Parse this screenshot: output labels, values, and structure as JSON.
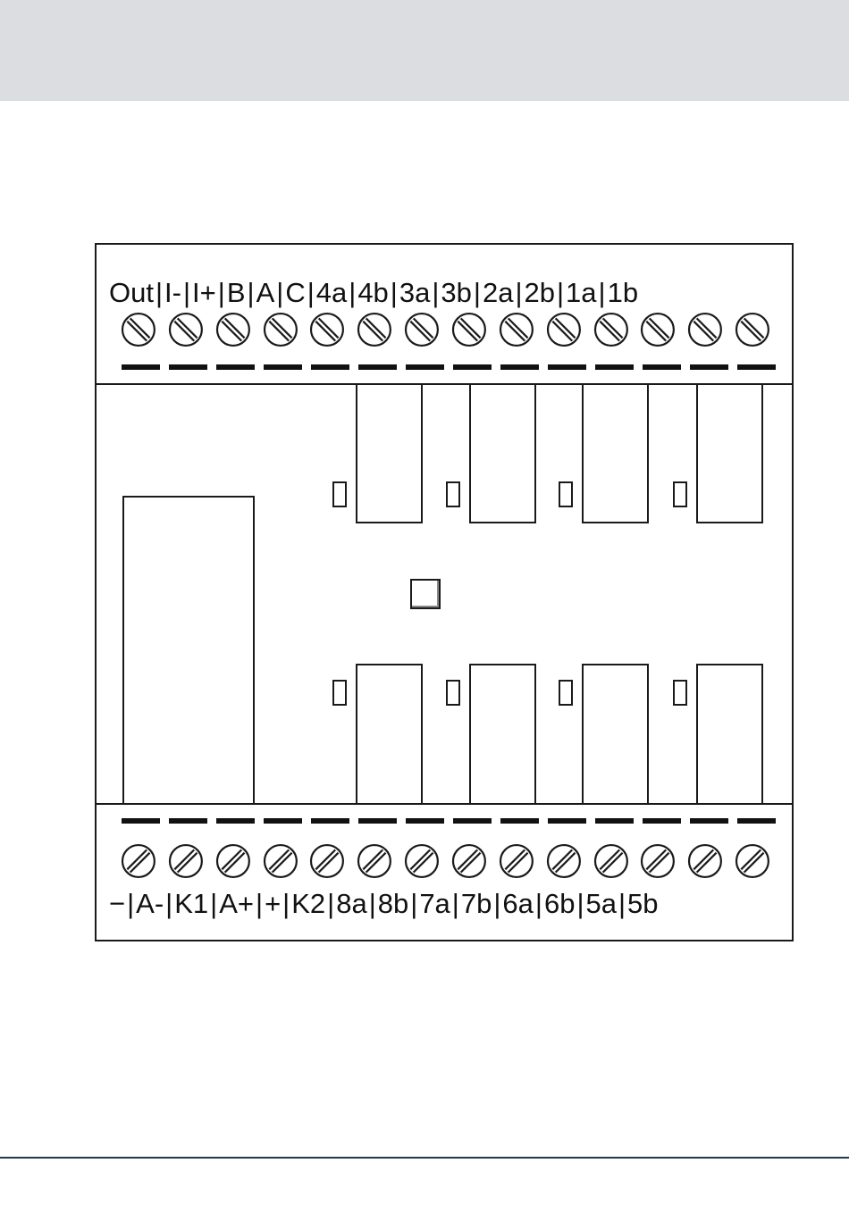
{
  "top_terminals": [
    "Out",
    "I-",
    "I+",
    "B",
    "A",
    "C",
    "4a",
    "4b",
    "3a",
    "3b",
    "2a",
    "2b",
    "1a",
    "1b"
  ],
  "bottom_terminals": [
    "−",
    "A-",
    "K1",
    "A+",
    "+",
    "K2",
    "8a",
    "8b",
    "7a",
    "7b",
    "6a",
    "6b",
    "5a",
    "5b"
  ],
  "colors": {
    "header_band": "#dcdde1",
    "footer_rule": "#1f3a4a",
    "line": "#1a1a1a"
  },
  "icons": {
    "top_screw": "screw-slot-backslash-icon",
    "bottom_screw": "screw-slot-slash-icon"
  }
}
